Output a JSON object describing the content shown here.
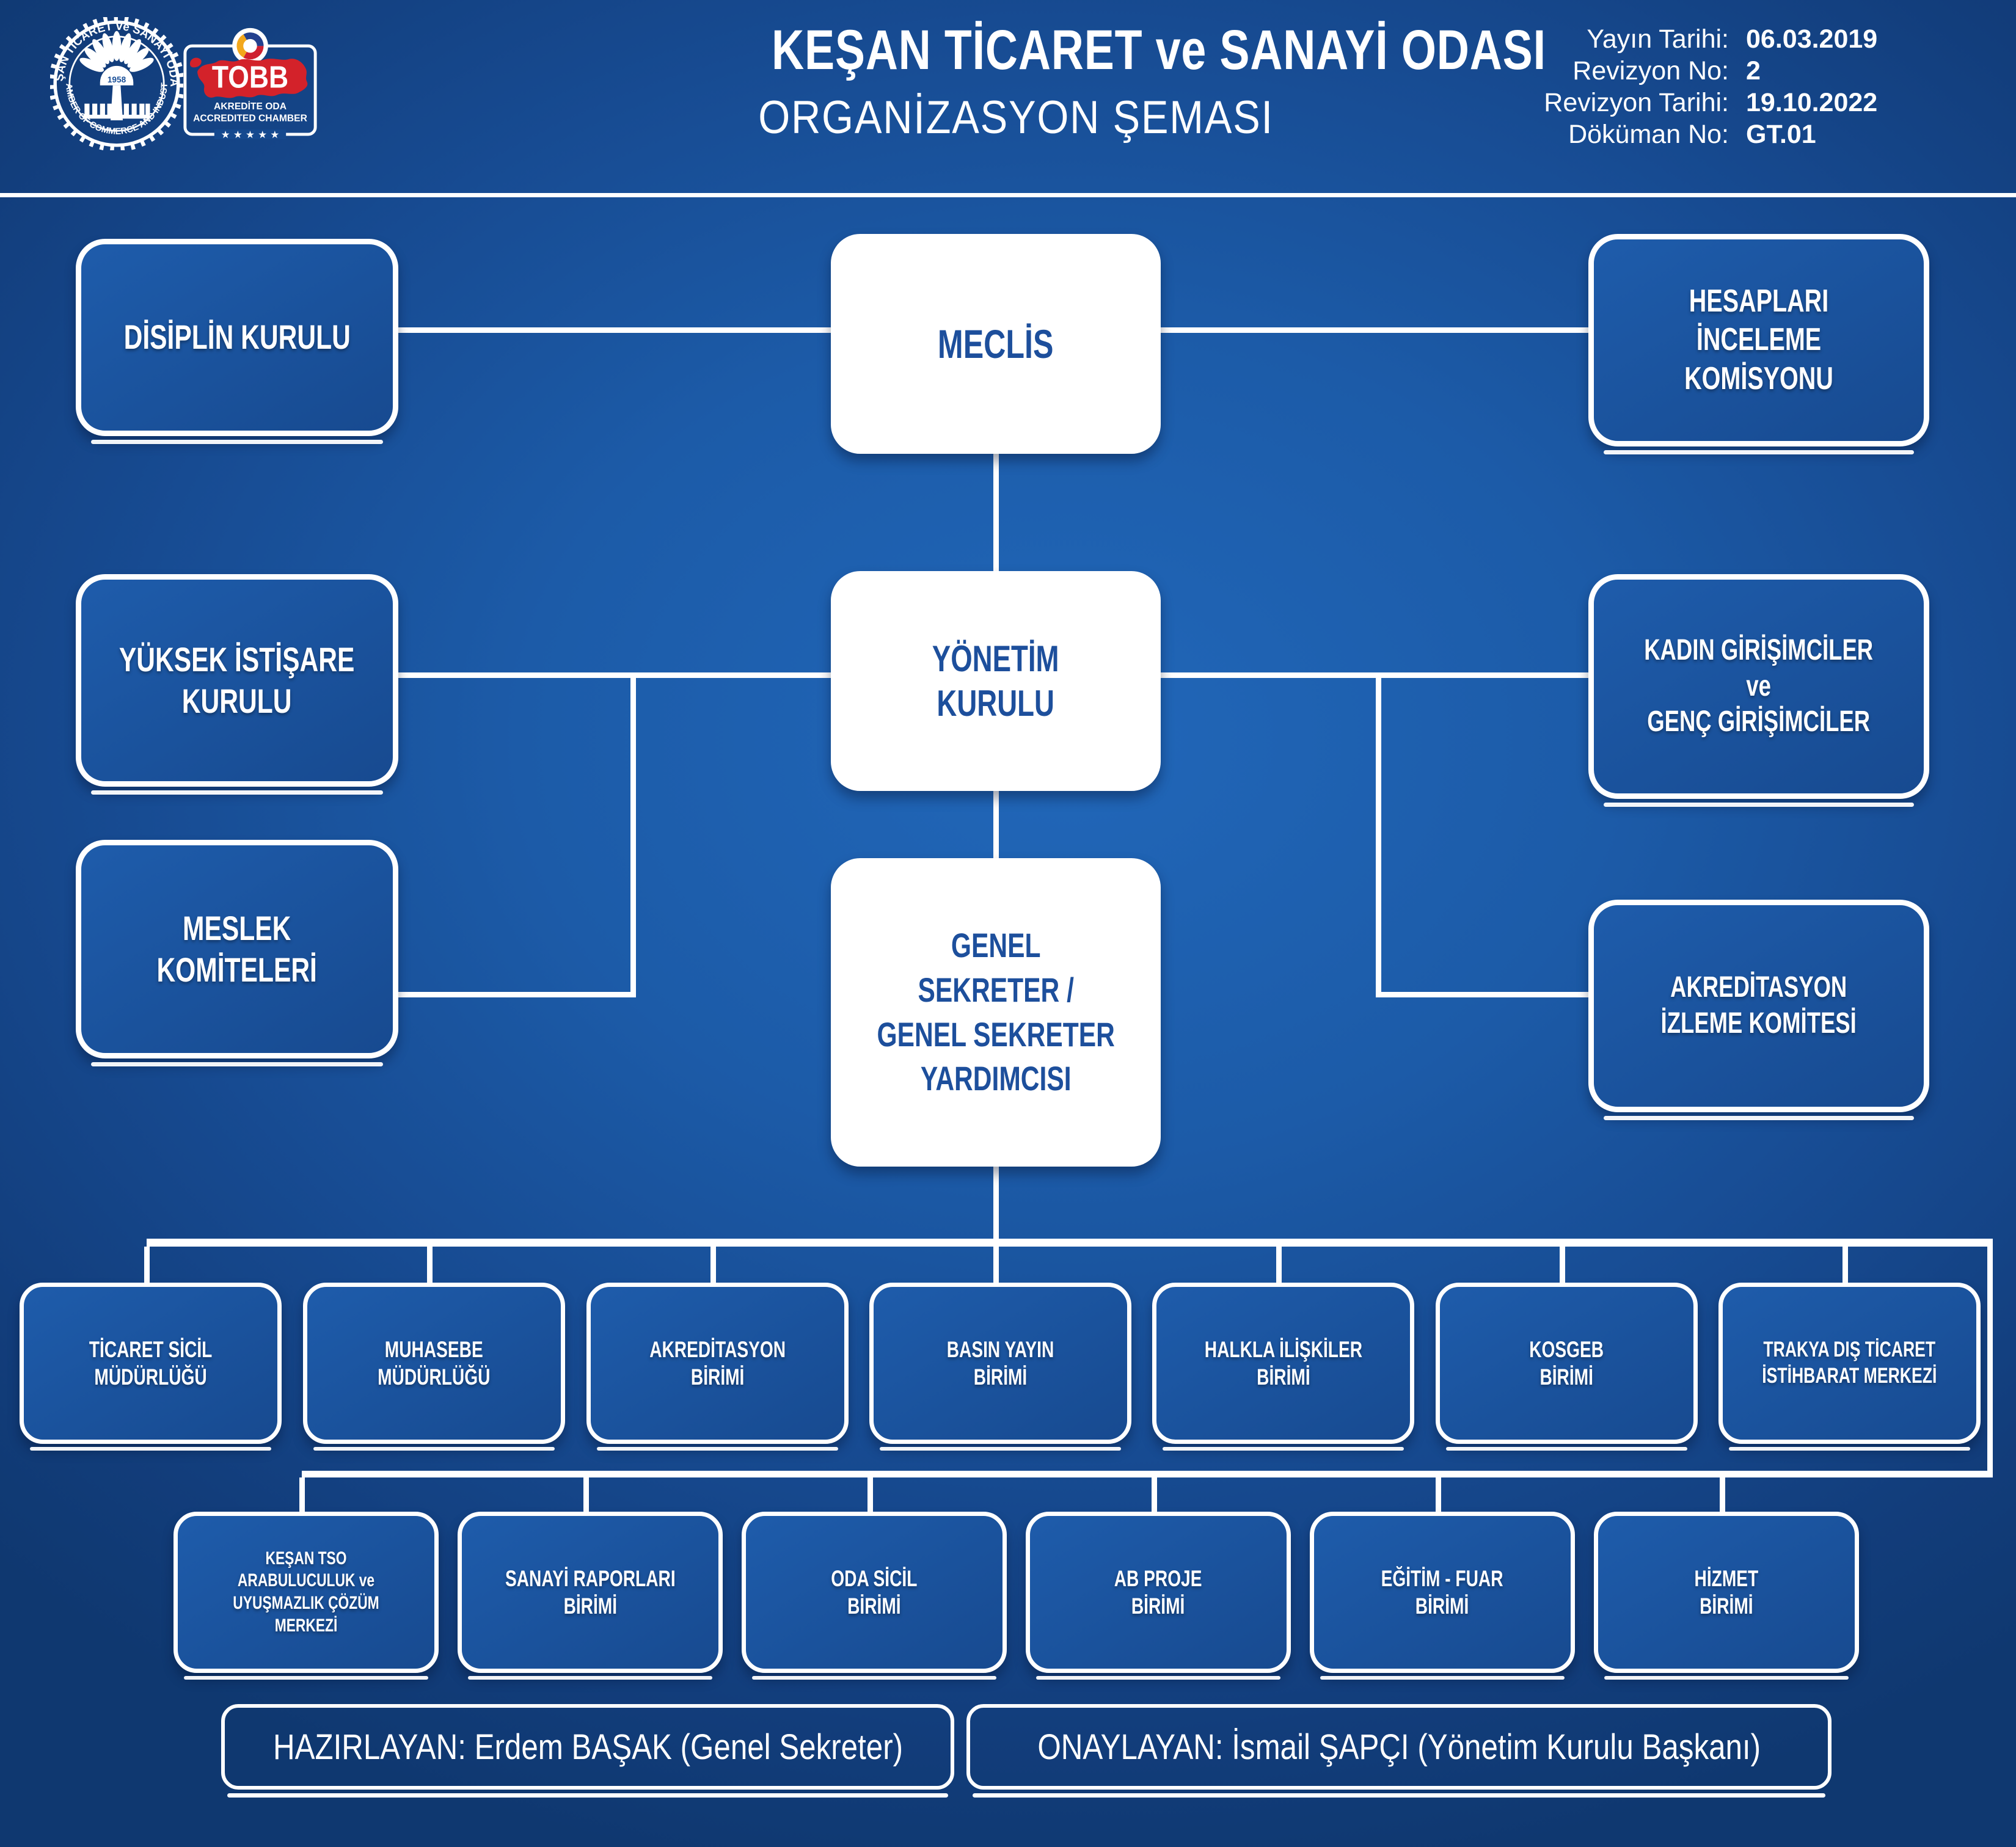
{
  "header": {
    "title": "KEŞAN TİCARET ve SANAYİ ODASI",
    "subtitle": "ORGANİZASYON ŞEMASI",
    "meta": [
      {
        "label": "Yayın Tarihi:",
        "value": "06.03.2019"
      },
      {
        "label": "Revizyon No:",
        "value": "2"
      },
      {
        "label": "Revizyon Tarihi:",
        "value": "19.10.2022"
      },
      {
        "label": "Döküman No:",
        "value": "GT.01"
      }
    ],
    "seal": {
      "ring_top": "KEŞAN TİCARET ve SANAYİ ODASI",
      "ring_bottom": "CHAMBER OF COMMERCE AND INDUSTRY",
      "year": "1958"
    },
    "tobb": {
      "acronym": "TOBB",
      "line1": "AKREDİTE ODA",
      "line2": "ACCREDITED CHAMBER",
      "stars": "★ ★ ★ ★ ★"
    }
  },
  "nodes": {
    "meclis": "MECLİS",
    "disiplin": "DİSİPLİN KURULU",
    "hesaplari": "HESAPLARI İNCELEME\nKOMİSYONU",
    "yonetim": "YÖNETİM\nKURULU",
    "yuksek": "YÜKSEK İSTİŞARE\nKURULU",
    "kadin": "KADIN GİRİŞİMCİLER\nve\nGENÇ GİRİŞİMCİLER",
    "meslek": "MESLEK\nKOMİTELERİ",
    "akr_izleme": "AKREDİTASYON\nİZLEME KOMİTESİ",
    "genel_sekreter": "GENEL\nSEKRETER /\nGENEL SEKRETER\nYARDIMCISI"
  },
  "row1": [
    "TİCARET SİCİL\nMÜDÜRLÜĞÜ",
    "MUHASEBE\nMÜDÜRLÜĞÜ",
    "AKREDİTASYON\nBİRİMİ",
    "BASIN YAYIN\nBİRİMİ",
    "HALKLA İLİŞKİLER\nBİRİMİ",
    "KOSGEB\nBİRİMİ",
    "TRAKYA DIŞ TİCARET\nİSTİHBARAT MERKEZİ"
  ],
  "row2": [
    "KEŞAN TSO\nARABULUCULUK ve\nUYUŞMAZLIK ÇÖZÜM MERKEZİ",
    "SANAYİ RAPORLARI\nBİRİMİ",
    "ODA SİCİL\nBİRİMİ",
    "AB PROJE\nBİRİMİ",
    "EĞİTİM - FUAR\nBİRİMİ",
    "HİZMET\nBİRİMİ"
  ],
  "footer": {
    "hazirlayan": "HAZIRLAYAN: Erdem BAŞAK (Genel Sekreter)",
    "onaylayan": "ONAYLAYAN: İsmail ŞAPÇI (Yönetim Kurulu Başkanı)"
  },
  "colors": {
    "background_blue": "#1a5aa6",
    "box_blue": "#1b529c",
    "text_blue": "#1d4f9c",
    "accent_white": "#ffffff",
    "tobb_red": "#d3222a"
  }
}
